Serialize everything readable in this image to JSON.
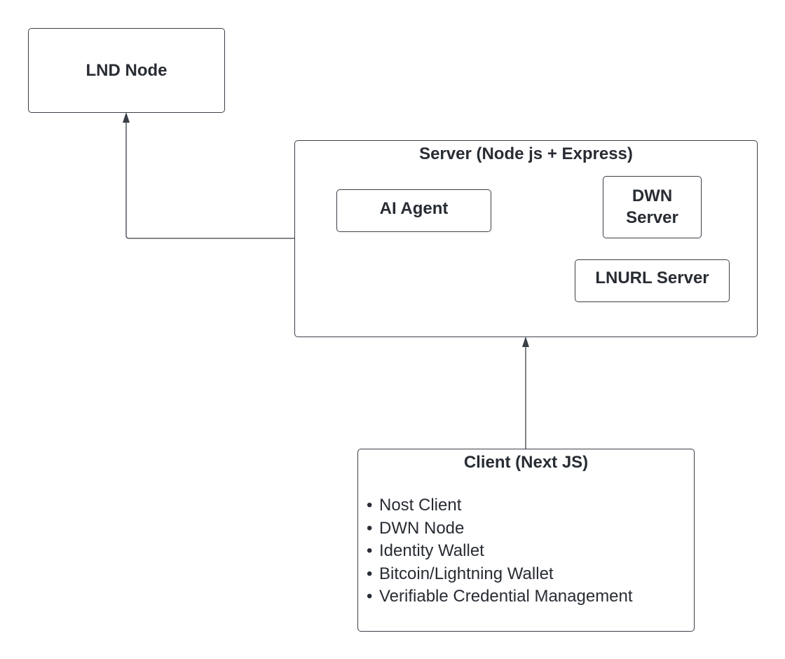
{
  "nodes": {
    "lnd_node": {
      "label": "LND Node"
    },
    "server": {
      "title": "Server (Node js + Express)"
    },
    "ai_agent": {
      "label": "AI Agent"
    },
    "dwn_server": {
      "label": "DWN Server"
    },
    "lnurl_server": {
      "label": "LNURL Server"
    },
    "client": {
      "title": "Client (Next JS)",
      "items": [
        "Nost Client",
        "DWN Node",
        "Identity Wallet",
        "Bitcoin/Lightning Wallet",
        "Verifiable Credential Management"
      ]
    }
  },
  "edges": [
    {
      "from": "server",
      "to": "lnd_node"
    },
    {
      "from": "client",
      "to": "server"
    }
  ],
  "colors": {
    "stroke": "#3a3f47",
    "text": "#282c33",
    "background": "#ffffff"
  }
}
